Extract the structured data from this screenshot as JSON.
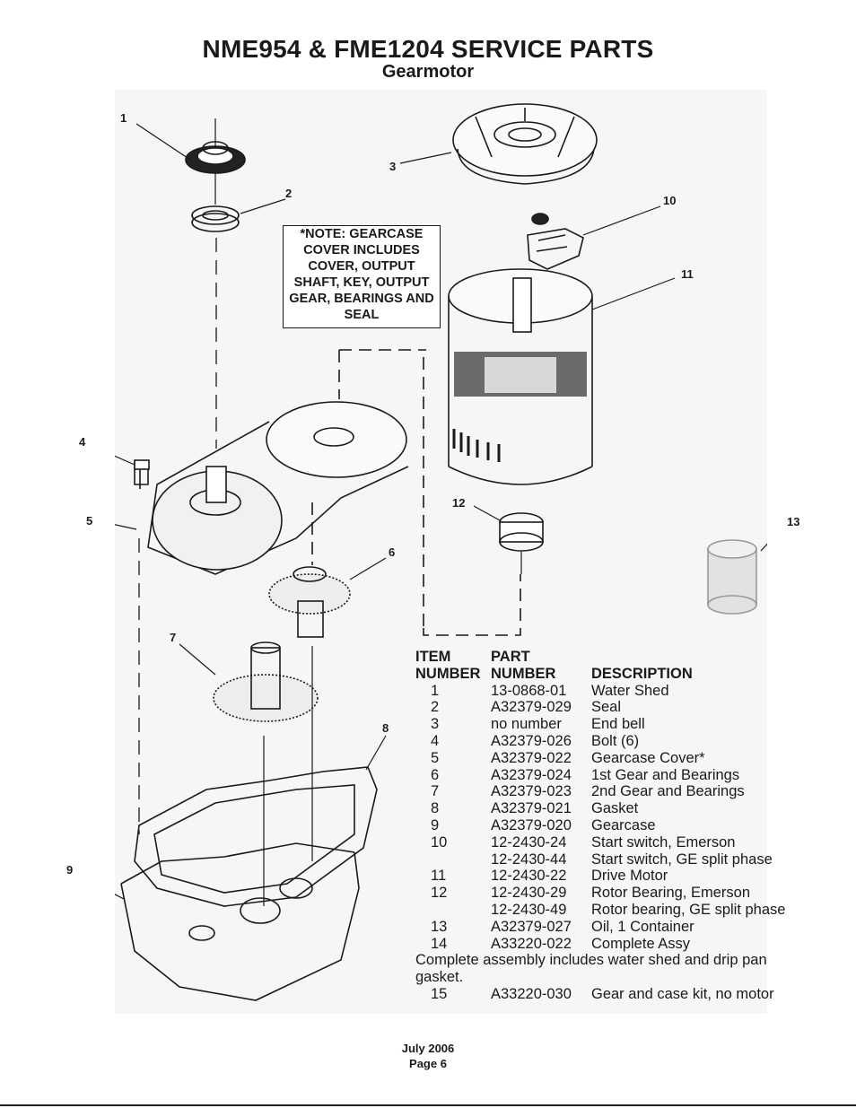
{
  "header": {
    "title": "NME954 & FME1204 SERVICE PARTS",
    "subtitle": "Gearmotor"
  },
  "diagram": {
    "callouts": [
      "1",
      "2",
      "3",
      "4",
      "5",
      "6",
      "7",
      "8",
      "9",
      "10",
      "11",
      "12",
      "13"
    ],
    "note_lines": [
      "*NOTE: GEARCASE",
      "COVER INCLUDES",
      "COVER, OUTPUT",
      "SHAFT, KEY, OUTPUT",
      "GEAR, BEARINGS AND",
      "SEAL"
    ]
  },
  "parts_list": {
    "headers": {
      "item_line1": "ITEM",
      "item_line2": "NUMBER",
      "part_line1": "PART",
      "part_line2": "NUMBER",
      "description": "DESCRIPTION"
    },
    "rows": [
      {
        "item": "1",
        "part": "13-0868-01",
        "description": "Water Shed"
      },
      {
        "item": "2",
        "part": "A32379-029",
        "description": "Seal"
      },
      {
        "item": "3",
        "part": "no number",
        "description": "End bell"
      },
      {
        "item": "4",
        "part": "A32379-026",
        "description": "Bolt (6)"
      },
      {
        "item": "5",
        "part": "A32379-022",
        "description": "Gearcase Cover*"
      },
      {
        "item": "6",
        "part": "A32379-024",
        "description": "1st Gear and Bearings"
      },
      {
        "item": "7",
        "part": "A32379-023",
        "description": "2nd Gear and Bearings"
      },
      {
        "item": "8",
        "part": "A32379-021",
        "description": "Gasket"
      },
      {
        "item": "9",
        "part": "A32379-020",
        "description": "Gearcase"
      },
      {
        "item": "10",
        "part": "12-2430-24",
        "description": "Start switch, Emerson"
      },
      {
        "item": "",
        "part": "12-2430-44",
        "description": "Start switch, GE split phase"
      },
      {
        "item": "11",
        "part": "12-2430-22",
        "description": "Drive Motor"
      },
      {
        "item": "12",
        "part": "12-2430-29",
        "description": "Rotor Bearing, Emerson"
      },
      {
        "item": "",
        "part": "12-2430-49",
        "description": "Rotor bearing, GE split phase"
      },
      {
        "item": "13",
        "part": "A32379-027",
        "description": "Oil, 1 Container"
      },
      {
        "item": "14",
        "part": "A33220-022",
        "description": "Complete Assy"
      }
    ],
    "footnote": "Complete assembly includes water shed and drip pan gasket.",
    "extra_row": {
      "item": "15",
      "part": "A33220-030",
      "description": "Gear and case kit, no motor"
    }
  },
  "footer": {
    "date": "July 2006",
    "page": "Page 6"
  }
}
